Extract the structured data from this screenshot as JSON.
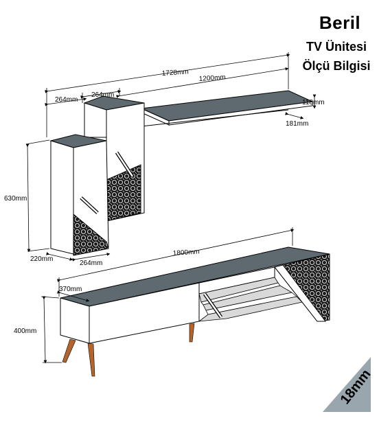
{
  "header": {
    "title": "Beril",
    "subtitle": "TV Ünitesi",
    "subtitle2": "Ölçü Bilgisi"
  },
  "dimensions": {
    "wall_total_width": "1728mm",
    "shelf_width": "1200mm",
    "cabinet_width_left": "264mm",
    "cabinet_width_right": "264mm",
    "shelf_height": "118mm",
    "shelf_depth": "181mm",
    "cabinet_height": "630mm",
    "cabinet_depth": "220mm",
    "cabinet_width_bottom": "264mm",
    "tv_width": "1800mm",
    "tv_depth": "370mm",
    "tv_height": "400mm"
  },
  "badge": {
    "thickness": "18mm"
  },
  "colors": {
    "top_surface": "#5f6a70",
    "body": "#ffffff",
    "outline": "#000000",
    "legs": "#b5652c",
    "badge_bg": "#9aa6ae"
  }
}
